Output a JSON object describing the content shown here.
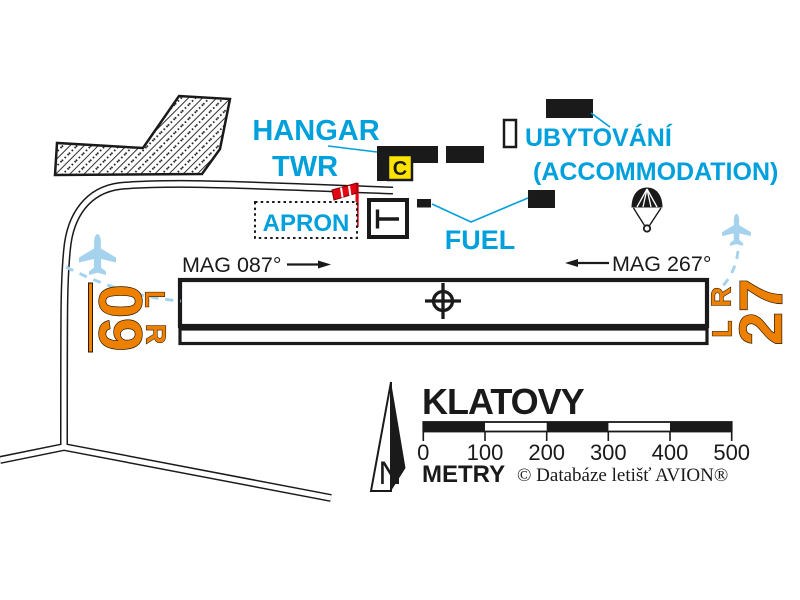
{
  "airport": {
    "name": "KLATOVY"
  },
  "labels": {
    "hangar": "HANGAR",
    "twr": "TWR",
    "apron": "APRON",
    "fuel": "FUEL",
    "accommodation_cs": "UBYTOVÁNÍ",
    "accommodation_en": "(ACCOMMODATION)",
    "signal_area": "C"
  },
  "runway": {
    "mag_heading_east": "MAG 087°",
    "mag_heading_west": "MAG 267°",
    "end_west": {
      "designator": "09",
      "strip_north": "L",
      "strip_south": "R"
    },
    "end_east": {
      "designator": "27",
      "strip_north": "R",
      "strip_south": "L"
    }
  },
  "scale_bar": {
    "ticks": [
      "0",
      "100",
      "200",
      "300",
      "400",
      "500"
    ],
    "unit": "METRY"
  },
  "north_indicator": "N",
  "copyright": "© Databáze letišť AVION®",
  "colors": {
    "label_cyan": "#00A0DC",
    "runway_orange": "#EE8000",
    "signal_yellow": "#FFE400",
    "windsock_red": "#E30613",
    "aircraft_blue": "#A5D3EE",
    "ink": "#1A1A1A"
  }
}
